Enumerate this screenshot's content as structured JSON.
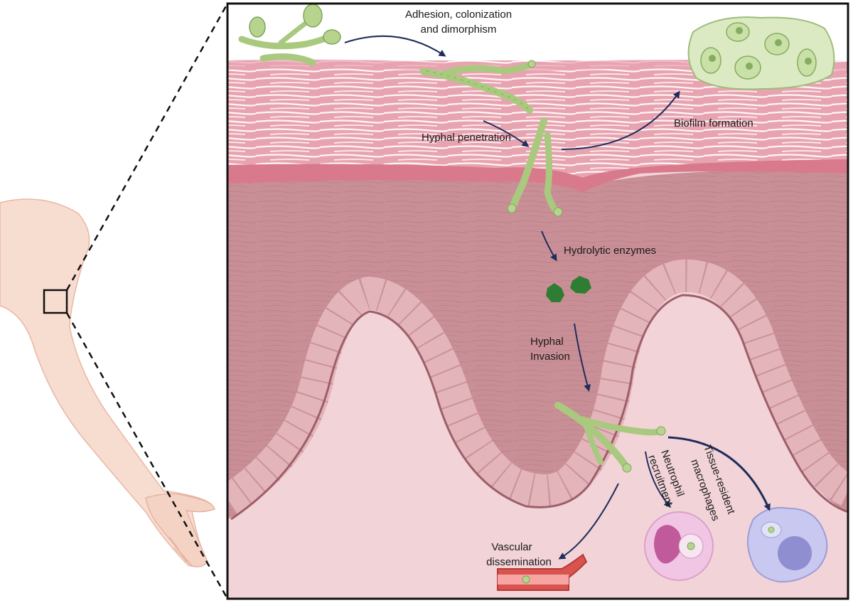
{
  "labels": {
    "adhesion_line1": "Adhesion, colonization",
    "adhesion_line2": "and dimorphism",
    "biofilm": "Biofilm formation",
    "hyphal_penetration": "Hyphal penetration",
    "hydrolytic_enzymes": "Hydrolytic enzymes",
    "hyphal_invasion_line1": "Hyphal",
    "hyphal_invasion_line2": "Invasion",
    "neutrophil_line1": "Neutrophil",
    "neutrophil_line2": "recruitment",
    "macrophage_line1": "Tissue-resident",
    "macrophage_line2": "macrophages",
    "vascular_line1": "Vascular",
    "vascular_line2": "dissemination"
  },
  "colors": {
    "epidermis": "#e8a3b0",
    "epidermis_dark": "#d9798c",
    "dermis": "#c98f96",
    "lumen": "#f2d3d8",
    "epithelium_cell": "#e4b4bb",
    "hyphae": "#b7d48f",
    "hyphae_dark": "#7ea65a",
    "enzyme": "#2e7d32",
    "arrow": "#1f2d5a",
    "biofilm": "#dceac4",
    "neutrophil": "#f0c6e4",
    "macrophage": "#c8c8f0",
    "vessel": "#d9534f",
    "skin": "#f7dcd0"
  }
}
